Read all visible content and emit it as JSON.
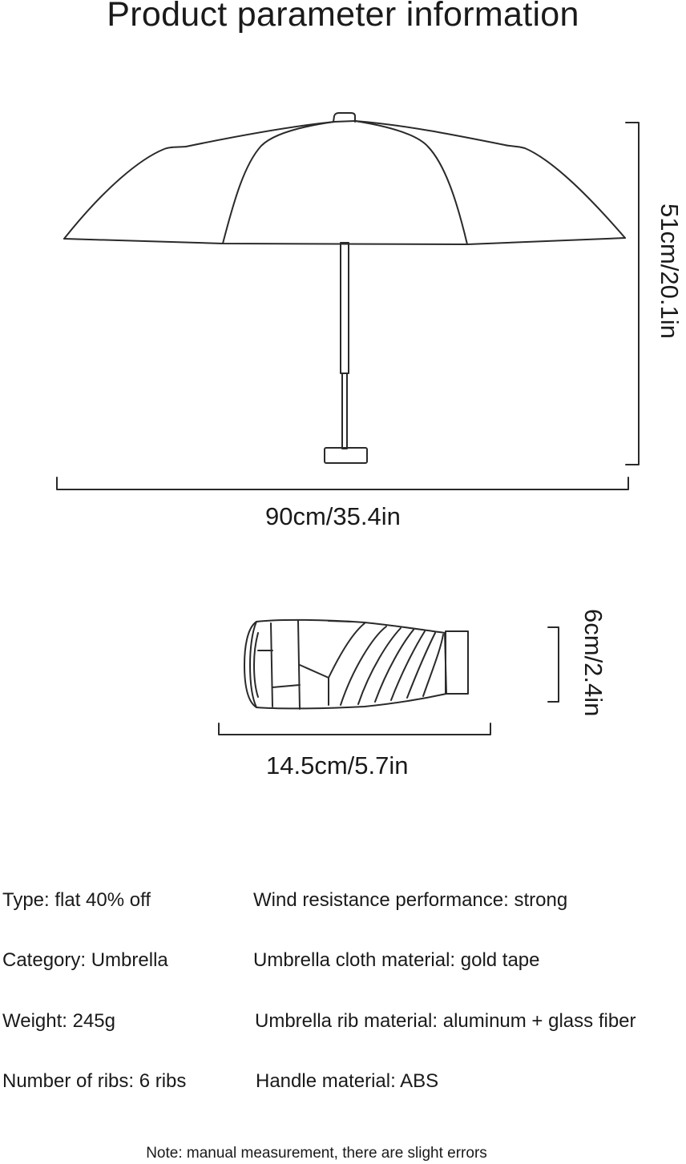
{
  "title": "Product parameter information",
  "open_umbrella": {
    "width_label": "90cm/35.4in",
    "height_label": "51cm/20.1in"
  },
  "folded_umbrella": {
    "length_label": "14.5cm/5.7in",
    "diameter_label": "6cm/2.4in"
  },
  "specs": {
    "left": [
      "Type: flat 40% off",
      "Category: Umbrella",
      "Weight: 245g",
      "Number of ribs: 6 ribs"
    ],
    "right": [
      "Wind resistance performance: strong",
      "Umbrella cloth material: gold tape",
      "Umbrella rib material: aluminum + glass fiber",
      "Handle material: ABS"
    ]
  },
  "note": "Note: manual measurement, there are slight errors",
  "colors": {
    "line": "#2a2a2a",
    "text": "#1a1a1a",
    "background": "#ffffff"
  }
}
